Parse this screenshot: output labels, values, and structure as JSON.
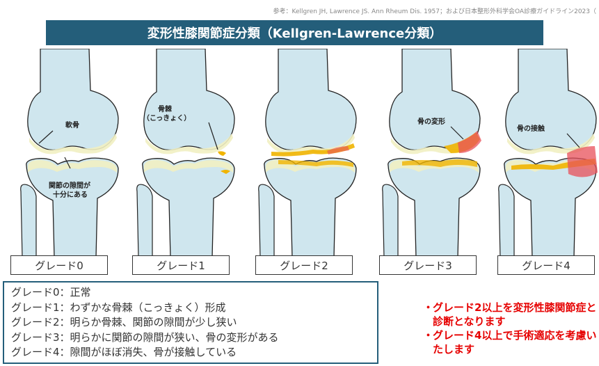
{
  "reference": "参考：Kellgren JH, Lawrence JS. Ann Rheum Dis. 1957；および日本整形外科学会OA診療ガイドライン2023（",
  "title": "変形性膝関節症分類（Kellgren-Lawrence分類）",
  "annotations": {
    "cartilage": "軟骨",
    "joint_space_1": "関節の隙間が",
    "joint_space_2": "十分にある",
    "osteophyte_1": "骨棘",
    "osteophyte_2": "（こっきょく）",
    "deformity": "骨の変形",
    "contact": "骨の接触"
  },
  "grades": [
    "グレード0",
    "グレード1",
    "グレード2",
    "グレード3",
    "グレード4"
  ],
  "descriptions": [
    "グレード0：正常",
    "グレード1：わずかな骨棘（こっきょく）形成",
    "グレード2：明らか骨棘、関節の隙間が少し狭い",
    "グレード3：明らかに関節の隙間が狭い、骨の変形がある",
    "グレード4：隙間がほぼ消失、骨が接触している"
  ],
  "notes": [
    {
      "bullet": "・",
      "text": "グレード2以上を変形性膝関節症と診断となります"
    },
    {
      "bullet": "・",
      "text": "グレード4以上で手術適応を考慮いたします"
    }
  ],
  "colors": {
    "bone": "#cfe6ee",
    "bone_outline": "#222222",
    "cartilage": "#f1efc2",
    "title_bg": "#245e7a",
    "note_red": "#e60000",
    "osteophyte": "#f0b400",
    "contact_red": "#e8505a"
  }
}
